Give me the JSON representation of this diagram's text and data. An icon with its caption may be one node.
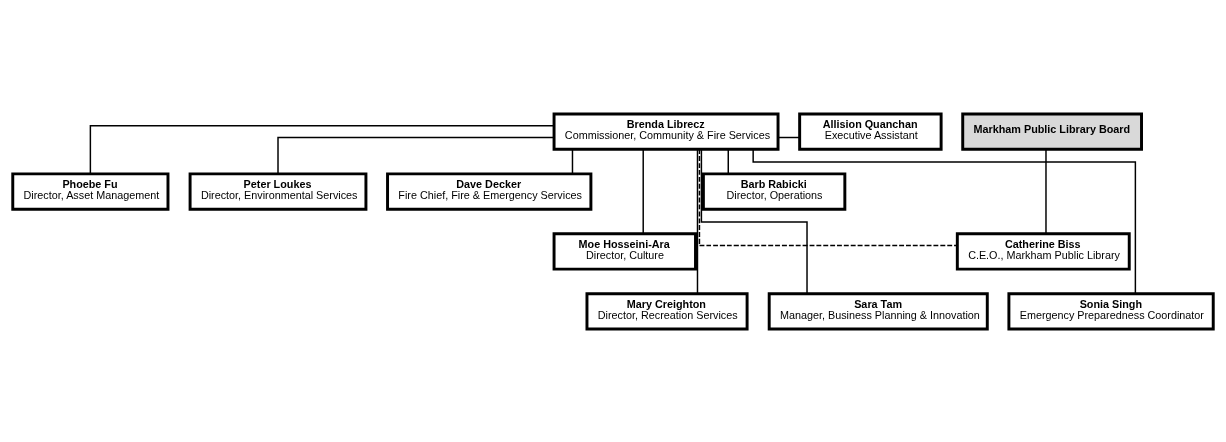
{
  "diagram": {
    "nodes": [
      {
        "text": [
          "Brenda Librecz",
          "Commissioner, Community & Fire Services"
        ]
      },
      {
        "text": [
          "Allision Quanchan",
          "Executive Assistant"
        ]
      },
      {
        "text": [
          "Markham Public Library Board"
        ]
      },
      {
        "text": [
          "Phoebe Fu",
          "Director, Asset Management"
        ]
      },
      {
        "text": [
          "Peter Loukes",
          "Director, Environmental Services"
        ]
      },
      {
        "text": [
          "Dave Decker",
          "Fire Chief, Fire & Emergency Services"
        ]
      },
      {
        "text": [
          "Barb Rabicki",
          "Director, Operations"
        ]
      },
      {
        "text": [
          "Moe Hosseini-Ara",
          "Director, Culture"
        ]
      },
      {
        "text": [
          "Catherine Biss",
          "C.E.O., Markham Public Library"
        ]
      },
      {
        "text": [
          "Mary Creighton",
          "Director, Recreation Services"
        ]
      },
      {
        "text": [
          "Sara Tam",
          "Manager, Business Planning & Innovation"
        ]
      },
      {
        "text": [
          "Sonia Singh",
          "Emergency Preparedness Coordinator"
        ]
      }
    ],
    "edges": [
      {
        "from": 0,
        "to": 1,
        "arrow": "none"
      },
      {
        "from": 0,
        "to": 3,
        "arrow": "none"
      },
      {
        "from": 0,
        "to": 4,
        "arrow": "none"
      },
      {
        "from": 0,
        "to": 5,
        "arrow": "none"
      },
      {
        "from": 0,
        "to": 6,
        "arrow": "none"
      },
      {
        "from": 0,
        "to": 7,
        "arrow": "none"
      },
      {
        "from": 0,
        "to": 8,
        "arrow": "none",
        "style": "dashed"
      },
      {
        "from": 2,
        "to": 8,
        "arrow": "none"
      },
      {
        "from": 0,
        "to": 9,
        "arrow": "none"
      },
      {
        "from": 0,
        "to": 10,
        "arrow": "none"
      },
      {
        "from": 0,
        "to": 11,
        "arrow": "none"
      }
    ]
  }
}
